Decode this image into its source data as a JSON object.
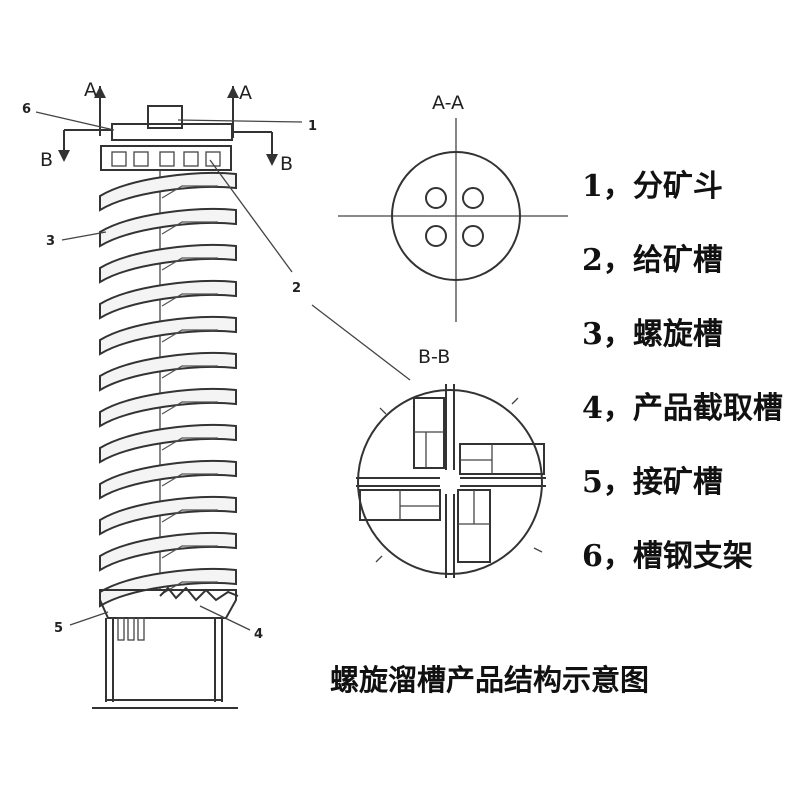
{
  "diagram": {
    "title": "螺旋溜槽产品结构示意图",
    "section_labels": {
      "aa": "A-A",
      "bb": "B-B"
    },
    "cut_markers": {
      "a": "A",
      "b": "B"
    },
    "callouts": [
      "1",
      "2",
      "3",
      "4",
      "5",
      "6"
    ],
    "legend": [
      "1，分矿斗",
      "2，给矿槽",
      "3，螺旋槽",
      "4，产品截取槽",
      "5，接矿槽",
      "6，槽钢支架"
    ]
  }
}
